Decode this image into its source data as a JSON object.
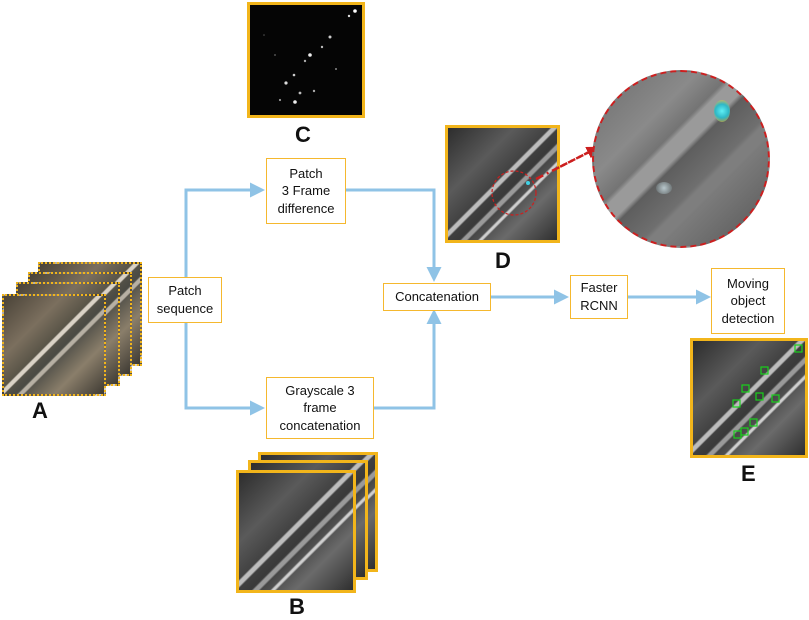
{
  "labels": {
    "a": "A",
    "b": "B",
    "c": "C",
    "d": "D",
    "e": "E"
  },
  "boxes": {
    "patch_sequence": "Patch\nsequence",
    "frame_difference": "Patch\n3 Frame\ndifference",
    "grayscale": "Grayscale 3\nframe\nconcatenation",
    "concatenation": "Concatenation",
    "faster_rcnn": "Faster\nRCNN",
    "moving_object": "Moving\nobject\ndetection"
  },
  "colors": {
    "arrow": "#8fc3e6",
    "box_border": "#f5b82e",
    "frame_border": "#f2b51b",
    "dashed_zoom": "#cc1f1f",
    "detection_box": "#19d11c"
  }
}
